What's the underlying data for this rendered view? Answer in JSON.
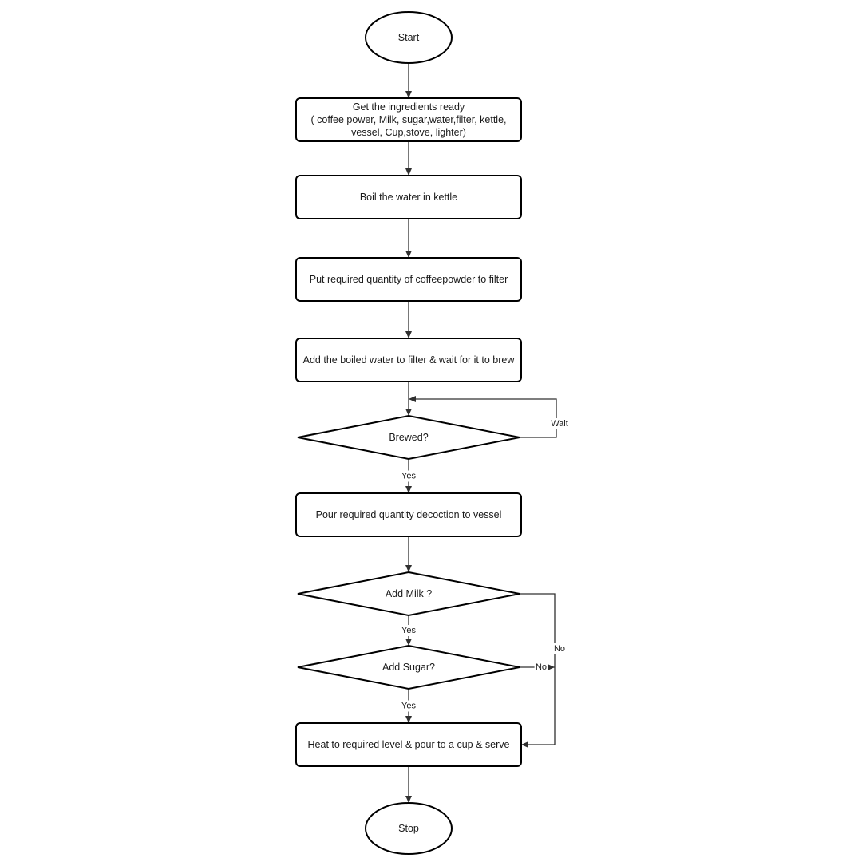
{
  "flowchart": {
    "nodes": {
      "start": {
        "kind": "terminal",
        "lines": [
          "Start"
        ]
      },
      "get_ingredients": {
        "kind": "process",
        "lines": [
          "Get the ingredients ready",
          "( coffee power, Milk, sugar,water,filter, kettle,",
          "vessel, Cup,stove, lighter)"
        ]
      },
      "boil_water": {
        "kind": "process",
        "lines": [
          "Boil the water in kettle"
        ]
      },
      "put_powder": {
        "kind": "process",
        "lines": [
          "Put required quantity of coffeepowder to filter"
        ]
      },
      "add_water": {
        "kind": "process",
        "lines": [
          "Add the boiled water to filter & wait for it to brew"
        ]
      },
      "brewed": {
        "kind": "decision",
        "lines": [
          "Brewed?"
        ]
      },
      "pour_decoction": {
        "kind": "process",
        "lines": [
          "Pour required quantity decoction to vessel"
        ]
      },
      "add_milk": {
        "kind": "decision",
        "lines": [
          "Add Milk ?"
        ]
      },
      "add_sugar": {
        "kind": "decision",
        "lines": [
          "Add Sugar?"
        ]
      },
      "heat_serve": {
        "kind": "process",
        "lines": [
          "Heat to required level & pour to a cup & serve"
        ]
      },
      "stop": {
        "kind": "terminal",
        "lines": [
          "Stop"
        ]
      }
    },
    "edges": [
      {
        "from": "start",
        "to": "get_ingredients",
        "label": ""
      },
      {
        "from": "get_ingredients",
        "to": "boil_water",
        "label": ""
      },
      {
        "from": "boil_water",
        "to": "put_powder",
        "label": ""
      },
      {
        "from": "put_powder",
        "to": "add_water",
        "label": ""
      },
      {
        "from": "add_water",
        "to": "brewed",
        "label": ""
      },
      {
        "from": "brewed",
        "to": "brewed",
        "label": "Wait"
      },
      {
        "from": "brewed",
        "to": "pour_decoction",
        "label": "Yes"
      },
      {
        "from": "pour_decoction",
        "to": "add_milk",
        "label": ""
      },
      {
        "from": "add_milk",
        "to": "add_sugar",
        "label": "Yes"
      },
      {
        "from": "add_milk",
        "to": "heat_serve",
        "label": "No"
      },
      {
        "from": "add_sugar",
        "to": "heat_serve",
        "label": "Yes"
      },
      {
        "from": "add_sugar",
        "to": "heat_serve",
        "label": "No"
      },
      {
        "from": "heat_serve",
        "to": "stop",
        "label": ""
      }
    ]
  }
}
